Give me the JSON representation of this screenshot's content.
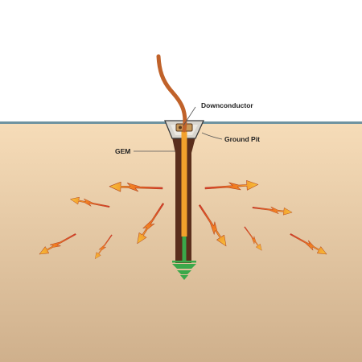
{
  "labels": {
    "downconductor": "Downconductor",
    "ground_pit": "Ground Pit",
    "gem": "GEM"
  },
  "colors": {
    "sky": "#ffffff",
    "soil_top": "#f6dcb8",
    "soil_bottom": "#cfb08c",
    "ground_line": "#6f93a0",
    "conductor": "#c0622a",
    "gem_column": "#5a2e1c",
    "rod": "#f2a12c",
    "rod_tip": "#3aa84a",
    "ground_symbol": "#3aa84a",
    "pit": "#d9d6cf",
    "surge_red": "#d9322b",
    "surge_orange": "#f07b22",
    "surge_yellow": "#f7c23a"
  }
}
